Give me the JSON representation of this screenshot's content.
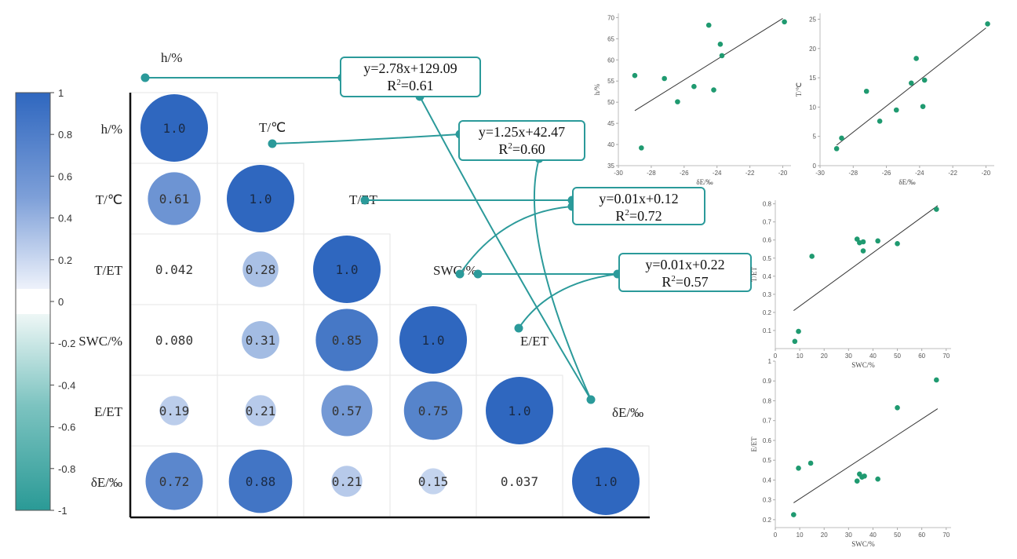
{
  "colors": {
    "positive": "#2f67bf",
    "negative": "#2a9a96",
    "connector": "#2b9a9a",
    "scatter_point": "#1f9a70"
  },
  "colorbar": {
    "ticks": [
      "1",
      "0.8",
      "0.6",
      "0.4",
      "0.2",
      "0",
      "-0.2",
      "-0.4",
      "-0.6",
      "-0.8",
      "-1"
    ]
  },
  "chart_data": [
    {
      "type": "heatmap",
      "variables": [
        "h/%",
        "T/℃",
        "T/ET",
        "SWC/%",
        "E/ET",
        "δE/‰"
      ],
      "cells": [
        {
          "row": 0,
          "col": 0,
          "value": 1.0,
          "label": "1.0"
        },
        {
          "row": 1,
          "col": 0,
          "value": 0.61,
          "label": "0.61"
        },
        {
          "row": 1,
          "col": 1,
          "value": 1.0,
          "label": "1.0"
        },
        {
          "row": 2,
          "col": 0,
          "value": 0.042,
          "label": "0.042"
        },
        {
          "row": 2,
          "col": 1,
          "value": 0.28,
          "label": "0.28"
        },
        {
          "row": 2,
          "col": 2,
          "value": 1.0,
          "label": "1.0"
        },
        {
          "row": 3,
          "col": 0,
          "value": 0.08,
          "label": "0.080"
        },
        {
          "row": 3,
          "col": 1,
          "value": 0.31,
          "label": "0.31"
        },
        {
          "row": 3,
          "col": 2,
          "value": 0.85,
          "label": "0.85"
        },
        {
          "row": 3,
          "col": 3,
          "value": 1.0,
          "label": "1.0"
        },
        {
          "row": 4,
          "col": 0,
          "value": 0.19,
          "label": "0.19"
        },
        {
          "row": 4,
          "col": 1,
          "value": 0.21,
          "label": "0.21"
        },
        {
          "row": 4,
          "col": 2,
          "value": 0.57,
          "label": "0.57"
        },
        {
          "row": 4,
          "col": 3,
          "value": 0.75,
          "label": "0.75"
        },
        {
          "row": 4,
          "col": 4,
          "value": 1.0,
          "label": "1.0"
        },
        {
          "row": 5,
          "col": 0,
          "value": 0.72,
          "label": "0.72"
        },
        {
          "row": 5,
          "col": 1,
          "value": 0.88,
          "label": "0.88"
        },
        {
          "row": 5,
          "col": 2,
          "value": 0.21,
          "label": "0.21"
        },
        {
          "row": 5,
          "col": 3,
          "value": 0.15,
          "label": "0.15"
        },
        {
          "row": 5,
          "col": 4,
          "value": 0.037,
          "label": "0.037"
        },
        {
          "row": 5,
          "col": 5,
          "value": 1.0,
          "label": "1.0"
        }
      ],
      "colorbar_range": [
        -1,
        1
      ]
    },
    {
      "type": "scatter",
      "xlabel": "δE/‰",
      "ylabel": "h/%",
      "xlim": [
        -30,
        -19.5
      ],
      "ylim": [
        35,
        71
      ],
      "xticks": [
        -30,
        -28,
        -26,
        -24,
        -22,
        -20
      ],
      "yticks": [
        35,
        40,
        45,
        50,
        55,
        60,
        65,
        70
      ],
      "points": [
        [
          -29.0,
          56.3
        ],
        [
          -28.6,
          39.2
        ],
        [
          -27.2,
          55.6
        ],
        [
          -26.4,
          50.1
        ],
        [
          -25.4,
          53.7
        ],
        [
          -24.5,
          68.2
        ],
        [
          -24.2,
          52.9
        ],
        [
          -23.8,
          63.7
        ],
        [
          -23.7,
          61.0
        ],
        [
          -19.9,
          69.0
        ]
      ],
      "fit": {
        "x": [
          -29.0,
          -20.0
        ],
        "y": [
          48.0,
          69.8
        ]
      }
    },
    {
      "type": "scatter",
      "xlabel": "δE/‰",
      "ylabel": "T/℃",
      "xlim": [
        -30,
        -19.5
      ],
      "ylim": [
        0,
        26
      ],
      "xticks": [
        -30,
        -28,
        -26,
        -24,
        -22,
        -20
      ],
      "yticks": [
        0,
        5,
        10,
        15,
        20,
        25
      ],
      "points": [
        [
          -29.0,
          2.9
        ],
        [
          -28.7,
          4.7
        ],
        [
          -27.2,
          12.7
        ],
        [
          -26.4,
          7.6
        ],
        [
          -25.4,
          9.5
        ],
        [
          -24.5,
          14.1
        ],
        [
          -24.2,
          18.3
        ],
        [
          -23.8,
          10.1
        ],
        [
          -23.7,
          14.6
        ],
        [
          -19.9,
          24.2
        ]
      ],
      "fit": {
        "x": [
          -29.0,
          -20.0
        ],
        "y": [
          3.5,
          23.5
        ]
      }
    },
    {
      "type": "scatter",
      "xlabel": "SWC/%",
      "ylabel": "T/ET",
      "xlim": [
        0,
        72
      ],
      "ylim": [
        0,
        0.82
      ],
      "xticks": [
        0,
        10,
        20,
        30,
        40,
        50,
        60,
        70
      ],
      "yticks": [
        0.1,
        0.2,
        0.3,
        0.4,
        0.5,
        0.6,
        0.7,
        0.8
      ],
      "points": [
        [
          8,
          0.04
        ],
        [
          9.5,
          0.095
        ],
        [
          15,
          0.51
        ],
        [
          33.5,
          0.605
        ],
        [
          34.5,
          0.585
        ],
        [
          36,
          0.59
        ],
        [
          36,
          0.54
        ],
        [
          42,
          0.595
        ],
        [
          50,
          0.58
        ],
        [
          66,
          0.77
        ]
      ],
      "fit": {
        "x": [
          7.5,
          66.5
        ],
        "y": [
          0.21,
          0.79
        ]
      }
    },
    {
      "type": "scatter",
      "xlabel": "SWC/%",
      "ylabel": "E/ET",
      "xlim": [
        0,
        72
      ],
      "ylim": [
        0.16,
        1.0
      ],
      "xticks": [
        0,
        10,
        20,
        30,
        40,
        50,
        60,
        70
      ],
      "yticks": [
        0.2,
        0.3,
        0.4,
        0.5,
        0.6,
        0.7,
        0.8,
        0.9,
        1.0
      ],
      "points": [
        [
          7.5,
          0.225
        ],
        [
          9.5,
          0.46
        ],
        [
          14.5,
          0.485
        ],
        [
          33.5,
          0.395
        ],
        [
          34.5,
          0.43
        ],
        [
          35.5,
          0.415
        ],
        [
          36.5,
          0.42
        ],
        [
          42,
          0.405
        ],
        [
          50,
          0.765
        ],
        [
          66,
          0.905
        ]
      ],
      "fit": {
        "x": [
          7.5,
          66.5
        ],
        "y": [
          0.285,
          0.76
        ]
      }
    }
  ],
  "equations": [
    {
      "line1": "y=2.78x+129.09",
      "r2_prefix": "R",
      "r2_sup": "2",
      "r2_value": "=0.61"
    },
    {
      "line1": "y=1.25x+42.47",
      "r2_prefix": "R",
      "r2_sup": "2",
      "r2_value": "=0.60"
    },
    {
      "line1": "y=0.01x+0.12",
      "r2_prefix": "R",
      "r2_sup": "2",
      "r2_value": "=0.72"
    },
    {
      "line1": "y=0.01x+0.22",
      "r2_prefix": "R",
      "r2_sup": "2",
      "r2_value": "=0.57"
    }
  ]
}
